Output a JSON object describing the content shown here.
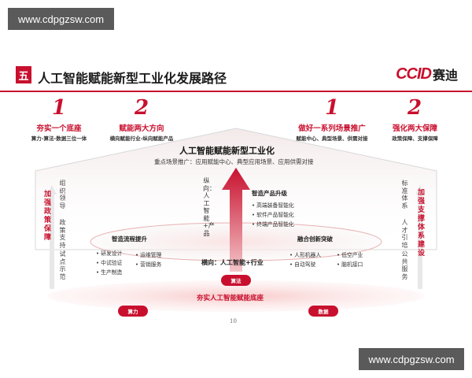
{
  "watermark": {
    "top_left": "www.cdpgzsw.com",
    "bottom_right": "www.cdpgzsw.com"
  },
  "header": {
    "section": "五",
    "title": "人工智能赋能新型工业化发展路径",
    "logo_brand": "CCID",
    "logo_cn": "赛迪"
  },
  "colors": {
    "accent": "#c8102e",
    "arrow": "#d0343f",
    "watermark_bg": "#5a5a5a"
  },
  "top_columns": [
    {
      "num": "1",
      "title": "夯实一个底座",
      "subtitle": "算力-算法-数据三位一体"
    },
    {
      "num": "2",
      "title": "赋能两大方向",
      "subtitle": "横向赋能行业-纵向赋能产品"
    },
    {
      "num": "1",
      "title": "做好一系列场景推广",
      "subtitle": "赋能中心、典型场景、供需对接"
    },
    {
      "num": "2",
      "title": "强化两大保障",
      "subtitle": "政策保障、支撑保障"
    }
  ],
  "center": {
    "title": "人工智能赋能新型工业化",
    "subtitle": "重点场景推广：应用赋能中心、典型应用场景、应用供需对接",
    "vertical_label": "纵向：人工智能+产品",
    "horizontal_label": "横向：人工智能+行业"
  },
  "left": {
    "red": "加强政策保障",
    "items": [
      "组织领导",
      "政策支持",
      "试点示范"
    ]
  },
  "right": {
    "red": "加强支撑体系建设",
    "items": [
      "标准体系",
      "人才引培",
      "公共服务"
    ]
  },
  "product_box": {
    "title": "智造产品升级",
    "items": [
      "高端装备智能化",
      "软件产品智能化",
      "终端产品智能化"
    ]
  },
  "process_box": {
    "title": "智造流程提升",
    "col1": [
      "研发设计",
      "中试验证",
      "生产制造"
    ],
    "col2": [
      "运维管理",
      "营销服务"
    ]
  },
  "fusion_box": {
    "title": "融合创新突破",
    "col1": [
      "人形机器人",
      "自动驾驶"
    ],
    "col2": [
      "低空产业",
      "脑机接口"
    ]
  },
  "base": {
    "label": "夯实人工智能赋能底座",
    "pills": [
      "算法",
      "算力",
      "数据"
    ]
  },
  "page_number": "10"
}
